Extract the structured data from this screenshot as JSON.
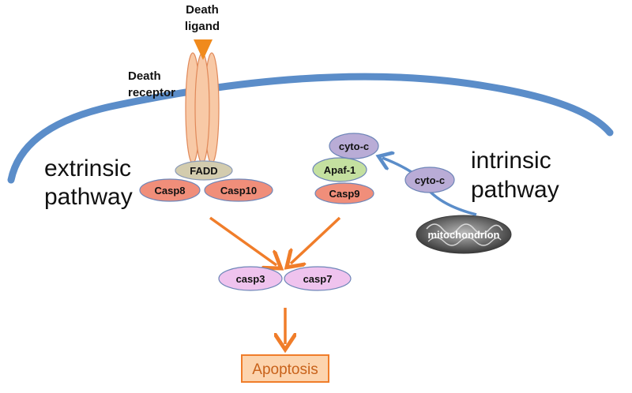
{
  "labels": {
    "death_ligand_1": "Death",
    "death_ligand_2": "ligand",
    "death_receptor_1": "Death",
    "death_receptor_2": "receptor",
    "extrinsic_1": "extrinsic",
    "extrinsic_2": "pathway",
    "intrinsic_1": "intrinsic",
    "intrinsic_2": "pathway"
  },
  "proteins": {
    "fadd": "FADD",
    "casp8": "Casp8",
    "casp10": "Casp10",
    "cytoc_complex": "cyto-c",
    "apaf1": "Apaf-1",
    "casp9": "Casp9",
    "cytoc_free": "cyto-c",
    "casp3": "casp3",
    "casp7": "casp7",
    "mitochondrion": "mitochondrion"
  },
  "outcome": "Apoptosis",
  "colors": {
    "membrane": "#5b8dc9",
    "receptor_fill": "#f8c9a6",
    "receptor_stroke": "#e0895a",
    "ligand": "#f08a1c",
    "fadd_fill": "#d3ccae",
    "casp_red_fill": "#f08e7a",
    "cytoc_fill": "#b9acd6",
    "apaf_fill": "#c4e0a0",
    "casp_pink_fill": "#efc3ee",
    "arrow": "#f07d2a",
    "apoptosis_fill": "#fcd4ae"
  }
}
